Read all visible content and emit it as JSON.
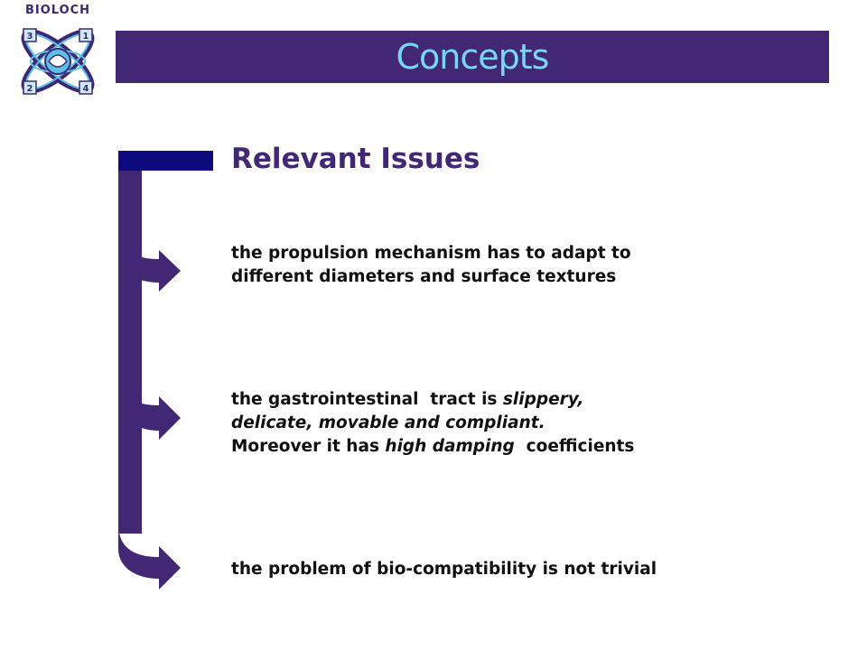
{
  "logo": {
    "text": "BIOLOCH",
    "badges": [
      "1",
      "2",
      "3",
      "4"
    ]
  },
  "header": {
    "title": "Concepts"
  },
  "section": {
    "heading": "Relevant Issues"
  },
  "items": [
    {
      "line1": "the propulsion mechanism has to adapt to",
      "line2": "different diameters and surface textures"
    },
    {
      "l1a": "the gastrointestinal  tract is ",
      "l1b": "slippery,",
      "l2": "delicate, movable and compliant.",
      "l3a": "Moreover it has ",
      "l3b": "high damping",
      "l3c": "  coefficients"
    },
    {
      "line1": "the problem of bio-compatibility is not trivial"
    }
  ],
  "colors": {
    "purple": "#422775",
    "navy": "#0d0a7d",
    "title_text": "#79d7f4",
    "logo_blue": "#5fc0e6"
  }
}
